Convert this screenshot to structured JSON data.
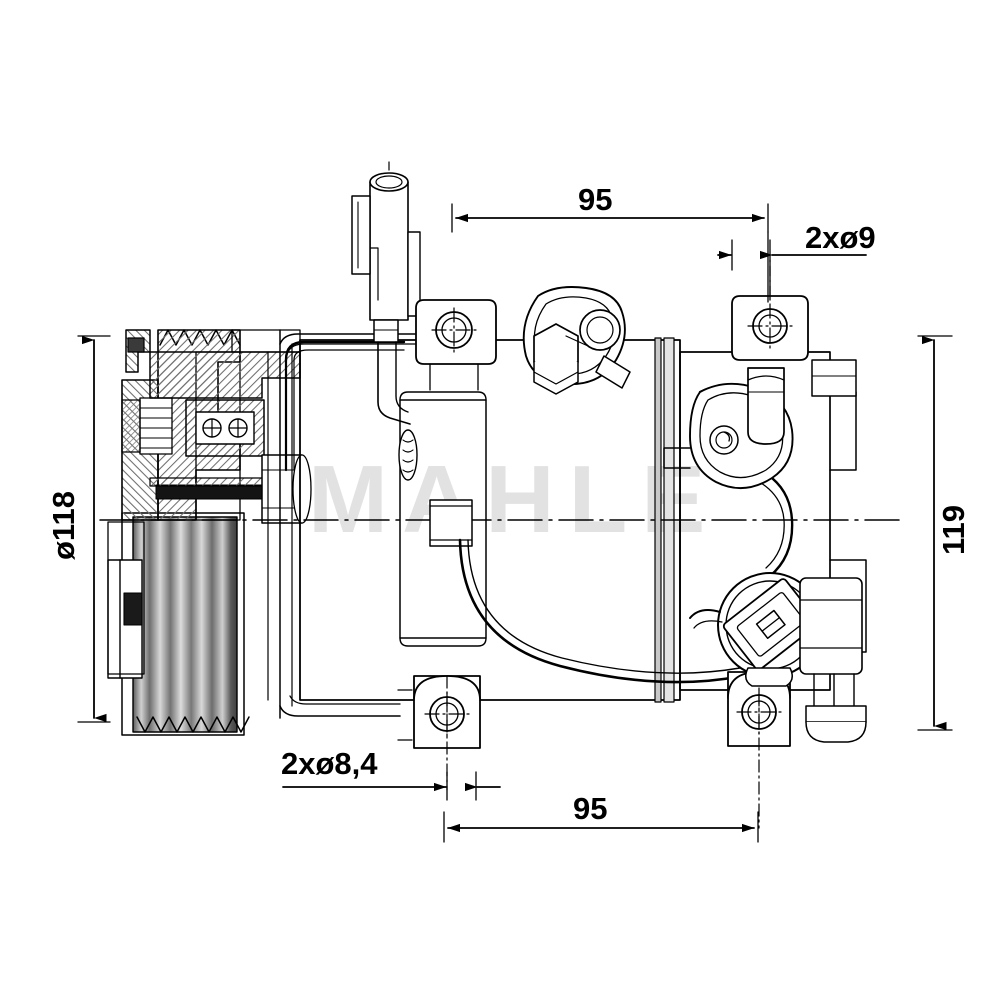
{
  "document": {
    "kind": "engineering-drawing",
    "subject": "Air conditioning compressor, side elevation with sectioned pulley"
  },
  "watermark": {
    "text": "MAHLE",
    "color": "#e2e2e2"
  },
  "dimensions": {
    "top_width": {
      "label": "95",
      "name": "top-width-dimension"
    },
    "top_hole": {
      "label": "2xø9",
      "name": "top-hole-dimension"
    },
    "left_diameter": {
      "label": "ø118",
      "name": "pulley-diameter-dimension"
    },
    "right_height": {
      "label": "119",
      "name": "overall-height-dimension"
    },
    "bottom_hole": {
      "label": "2xø8,4",
      "name": "bottom-hole-dimension"
    },
    "bottom_width": {
      "label": "95",
      "name": "bottom-width-dimension"
    }
  },
  "colors": {
    "line": "#000000",
    "background": "#ffffff",
    "hatch": "#9a9a9a",
    "shade_light": "#d6d6d6",
    "shade_mid": "#b4b4b4",
    "shade_dark": "#6e6e6e",
    "watermark": "#e2e2e2"
  }
}
